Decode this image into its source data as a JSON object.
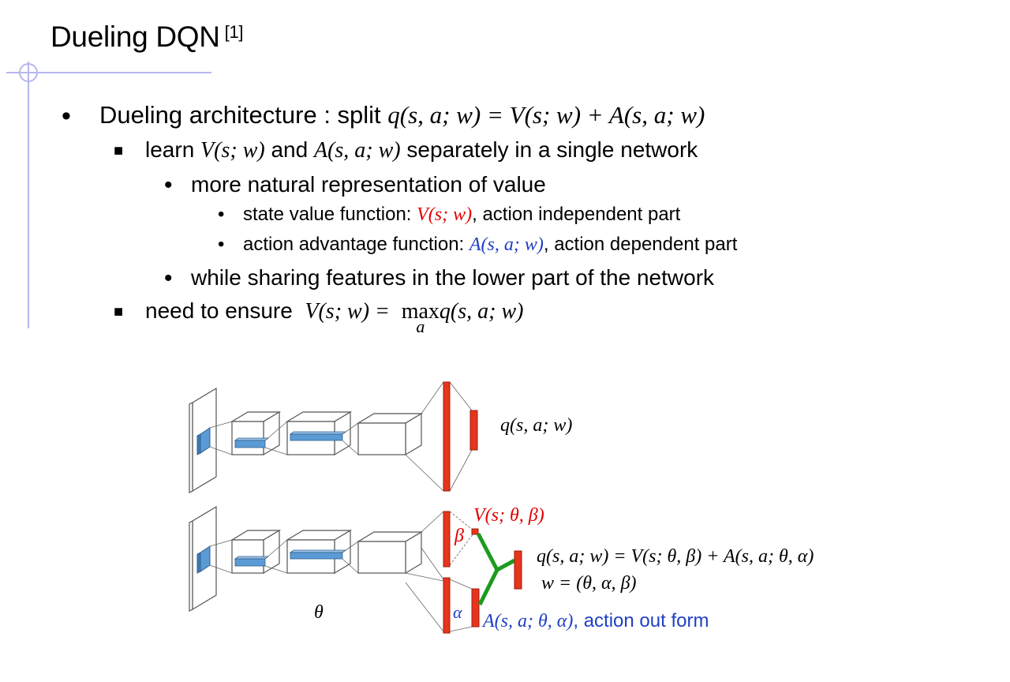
{
  "slide": {
    "title": "Dueling DQN",
    "title_ref": "[1]",
    "bullets": {
      "b1_text": "Dueling architecture : split ",
      "b1_math": "q(s, a; w) = V(s; w) + A(s, a; w)",
      "b2_pre": "learn ",
      "b2_m1": "V(s; w)",
      "b2_mid": " and ",
      "b2_m2": "A(s, a; w)",
      "b2_post": " separately in a single network",
      "b3": "more natural representation of value",
      "b4_pre": "state value function: ",
      "b4_math": "V(s; w)",
      "b4_post": ", action independent part",
      "b5_pre": "action advantage function: ",
      "b5_math": "A(s, a; w)",
      "b5_post": ", action dependent part",
      "b6": "while sharing features in the lower part of the network",
      "b7_pre": "need to ensure ",
      "b7_m1": "V(s; w) = ",
      "b7_max": "max",
      "b7_sub": "a",
      "b7_m2": "q(s, a; w)"
    },
    "diagram": {
      "top_output": "q(s, a; w)",
      "v_label": "V(s; θ, β)",
      "beta": "β",
      "alpha": "α",
      "theta": "θ",
      "combined_eq": "q(s, a; w) = V(s; θ, β) + A(s, a; θ, α)",
      "w_eq": "w = (θ, α, β)",
      "a_label": "A(s, a; θ, α)",
      "a_suffix": ", action out form"
    },
    "colors": {
      "accent_line": "#b6b6ee",
      "red": "#e00000",
      "blue": "#1f3fc4",
      "green": "#1e9a1e",
      "layer_red": "#e8341c",
      "filter_blue": "#5b9bd5"
    }
  }
}
